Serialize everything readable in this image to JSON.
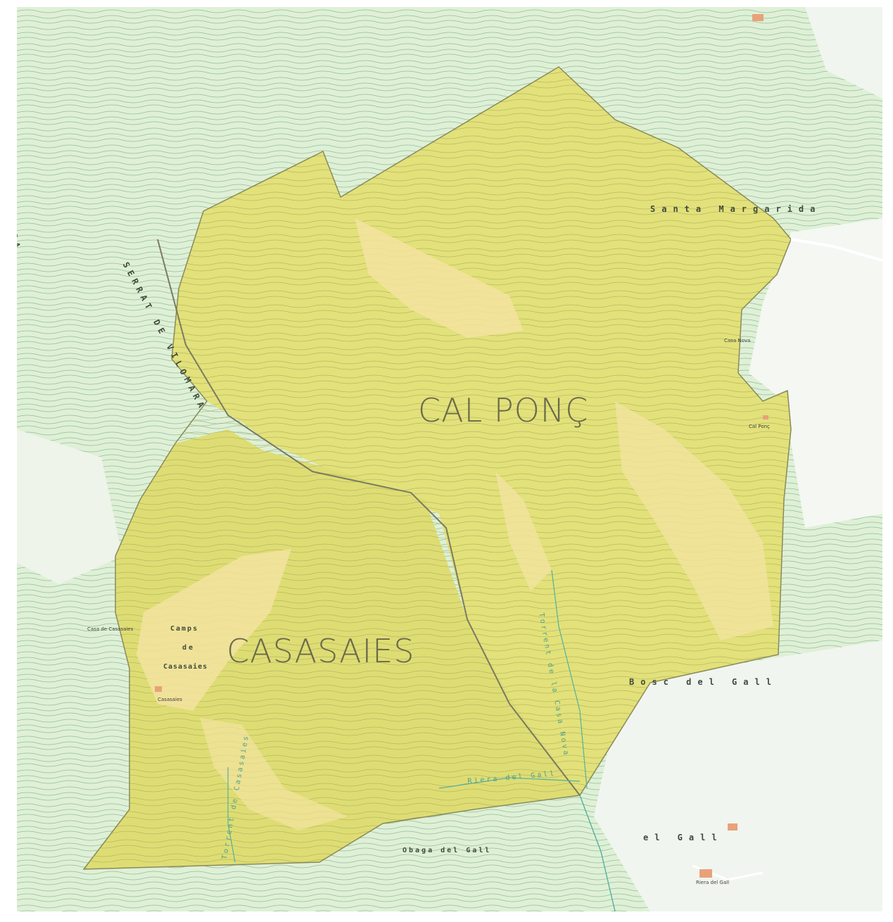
{
  "map": {
    "colors": {
      "background_green": "#dff0d6",
      "forest_green": "#cde8c4",
      "zone_fill": "#e2e17a",
      "zone_border": "#8a8a5a",
      "clearing_fill": "#f3e3a0",
      "contour": "#7fb08a",
      "stream": "#54b0a0"
    },
    "zones": [
      {
        "label": "CAL PONÇ"
      },
      {
        "label": "CASASAIES"
      }
    ],
    "place_names": {
      "santa_margarida": "Santa Margarida",
      "bosc_del_gall": "Bosc del Gall",
      "el_gall": "el Gall",
      "obaga_del_gall": "Obaga del Gall",
      "camps_line1": "Camps",
      "camps_line2": "de",
      "camps_line3": "Casasaies",
      "ridge": "SERRAT DE VILOMARA",
      "ridge_tail": "RA",
      "stream_1": "Torrent de la Casa Nova",
      "stream_2": "Riera del Gall",
      "stream_3": "Torrent de Casasaies",
      "building_1": "Casa Nova",
      "building_2": "Casasaies",
      "building_3": "Cal Ponç",
      "building_4": "Riera del Gall",
      "building_5": "Casa de Casasaies"
    }
  }
}
